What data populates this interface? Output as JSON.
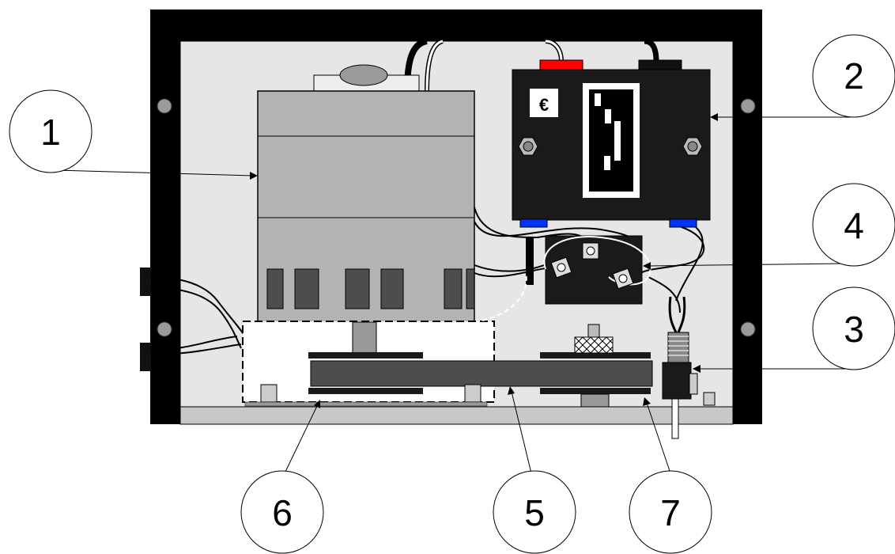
{
  "callouts": [
    {
      "id": "c1",
      "label": "1"
    },
    {
      "id": "c2",
      "label": "2"
    },
    {
      "id": "c3",
      "label": "3"
    },
    {
      "id": "c4",
      "label": "4"
    },
    {
      "id": "c5",
      "label": "5"
    },
    {
      "id": "c6",
      "label": "6"
    },
    {
      "id": "c7",
      "label": "7"
    }
  ],
  "colors": {
    "frame": "#000000",
    "panel": "#e6e6e6",
    "motor": "#b3b3b3",
    "motor_dark": "#999999",
    "module": "#1a1a1a",
    "terminal_red": "#ff0000",
    "terminal_blue": "#0033ff",
    "belt": "#4d4d4d"
  },
  "icons": {
    "ce_mark": "ce-mark-icon",
    "screw": "screw-icon"
  }
}
